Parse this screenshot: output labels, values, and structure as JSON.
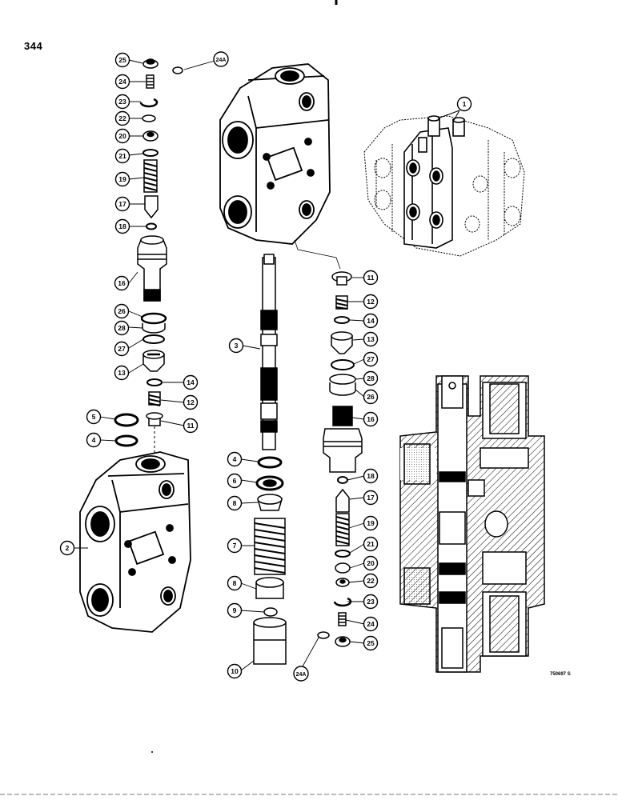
{
  "page_number": "344",
  "figure_code": "750697 S",
  "callouts": {
    "c25a": "25",
    "c24a_top": "24A",
    "c24a": "24",
    "c23a": "23",
    "c22a": "22",
    "c20a": "20",
    "c21a": "21",
    "c19a": "19",
    "c17a": "17",
    "c18a": "18",
    "c16a": "16",
    "c26a": "26",
    "c28a": "28",
    "c27a": "27",
    "c13a": "13",
    "c14a": "14",
    "c12a": "12",
    "c5": "5",
    "c11a": "11",
    "c4a": "4",
    "c2": "2",
    "c3": "3",
    "c1": "1",
    "c11b": "11",
    "c12b": "12",
    "c14b": "14",
    "c13b": "13",
    "c27b": "27",
    "c28b": "28",
    "c26b": "26",
    "c16b": "16",
    "c4b": "4",
    "c6": "6",
    "c8a": "8",
    "c7": "7",
    "c8b": "8",
    "c9": "9",
    "c10": "10",
    "c24a_bottom": "24A",
    "c18b": "18",
    "c17b": "17",
    "c19b": "19",
    "c21b": "21",
    "c20b": "20",
    "c22b": "22",
    "c23b": "23",
    "c24b": "24",
    "c25b": "25"
  }
}
